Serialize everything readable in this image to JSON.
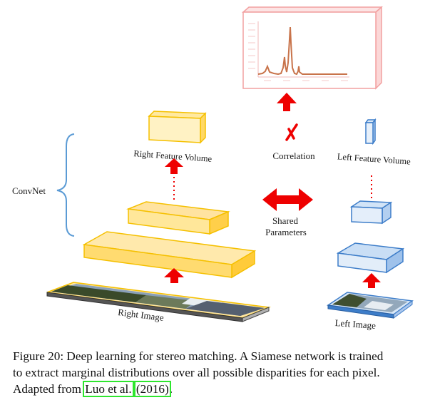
{
  "labels": {
    "convnet": "ConvNet",
    "right_feature_volume": "Right Feature Volume",
    "left_feature_volume": "Left Feature Volume",
    "correlation": "Correlation",
    "shared": "Shared",
    "parameters": "Parameters",
    "right_image": "Right Image",
    "left_image": "Left Image"
  },
  "caption": {
    "line1": "Figure 20: Deep learning for stereo matching. A Siamese network is trained",
    "line2": "to extract marginal distributions over all possible disparities for each pixel.",
    "line3_prefix": "Adapted from ",
    "citation_author": "Luo et al.",
    "citation_year": "(2016)",
    "line3_suffix": "."
  },
  "colors": {
    "yellow_face": "#ffe8a6",
    "yellow_edge": "#f5c000",
    "blue_face": "#d9e8f8",
    "blue_edge": "#3d7dc9",
    "arrow_red": "#ee0000",
    "chart_pink": "#f2a0a0",
    "peak_line": "#c8734a",
    "brace_blue": "#5b9bd5",
    "citation_box": "#2ee62e"
  }
}
